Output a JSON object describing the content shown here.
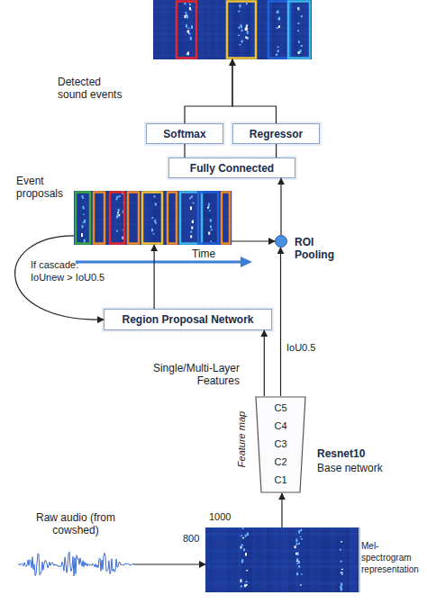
{
  "diagram": {
    "nodes": [
      {
        "text": [
          "Detected sound events"
        ]
      },
      {
        "text": [
          "Softmax"
        ]
      },
      {
        "text": [
          "Regressor"
        ]
      },
      {
        "text": [
          "Fully Connected"
        ]
      },
      {
        "text": [
          "ROI Pooling"
        ]
      },
      {
        "text": [
          "Event proposals"
        ]
      },
      {
        "text": [
          "Region Proposal Network"
        ]
      },
      {
        "text": [
          "C5",
          "C4",
          "C3",
          "C2",
          "C1",
          "Resnet10",
          "Base network"
        ]
      },
      {
        "text": [
          "Mel-spectrogram representation"
        ]
      },
      {
        "text": [
          "Raw audio (from cowshed)"
        ]
      }
    ],
    "edges": [
      {
        "from": 1,
        "to": 0,
        "arrow": "to"
      },
      {
        "from": 2,
        "to": 0,
        "arrow": "to"
      },
      {
        "from": 3,
        "to": 1,
        "arrow": "none"
      },
      {
        "from": 3,
        "to": 2,
        "arrow": "none"
      },
      {
        "from": 4,
        "to": 3,
        "arrow": "to"
      },
      {
        "from": 5,
        "to": 4,
        "arrow": "to"
      },
      {
        "from": 6,
        "to": 5,
        "arrow": "to"
      },
      {
        "from": 5,
        "to": 6,
        "label": "If cascade: IoUnew > IoU0.5",
        "arrow": "to"
      },
      {
        "from": 7,
        "to": 6,
        "label": "IoU0.5",
        "arrow": "to"
      },
      {
        "from": 7,
        "to": 4,
        "arrow": "to"
      },
      {
        "from": 8,
        "to": 7,
        "arrow": "to"
      },
      {
        "from": 9,
        "to": 8,
        "arrow": "to"
      }
    ],
    "labels": [
      "Time",
      "Single/Multi-Layer Features",
      "Feature map",
      "1000",
      "800"
    ]
  }
}
